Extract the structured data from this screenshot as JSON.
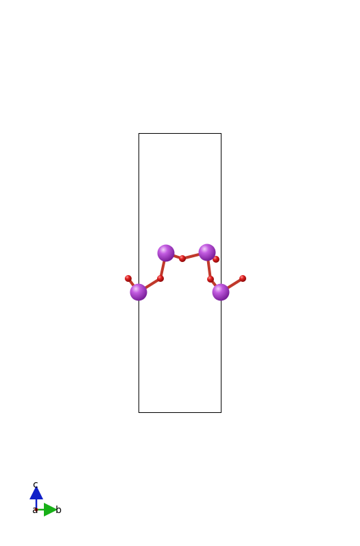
{
  "structure": {
    "atoms": [
      {
        "element": "large",
        "color": "#b64bd9"
      },
      {
        "element": "large",
        "color": "#b64bd9"
      },
      {
        "element": "large",
        "color": "#b64bd9"
      },
      {
        "element": "large",
        "color": "#b64bd9"
      },
      {
        "element": "small",
        "color": "#d21c1c"
      },
      {
        "element": "small",
        "color": "#d21c1c"
      },
      {
        "element": "small",
        "color": "#d21c1c"
      },
      {
        "element": "small",
        "color": "#d21c1c"
      },
      {
        "element": "small",
        "color": "#d21c1c"
      },
      {
        "element": "small",
        "color": "#d21c1c"
      }
    ],
    "bond_color": "#c0392b"
  },
  "axes": {
    "c_label": "c",
    "a_label": "a",
    "b_label": "b",
    "c_color": "#1020c8",
    "b_color": "#18b018",
    "a_color": "#d01010"
  }
}
